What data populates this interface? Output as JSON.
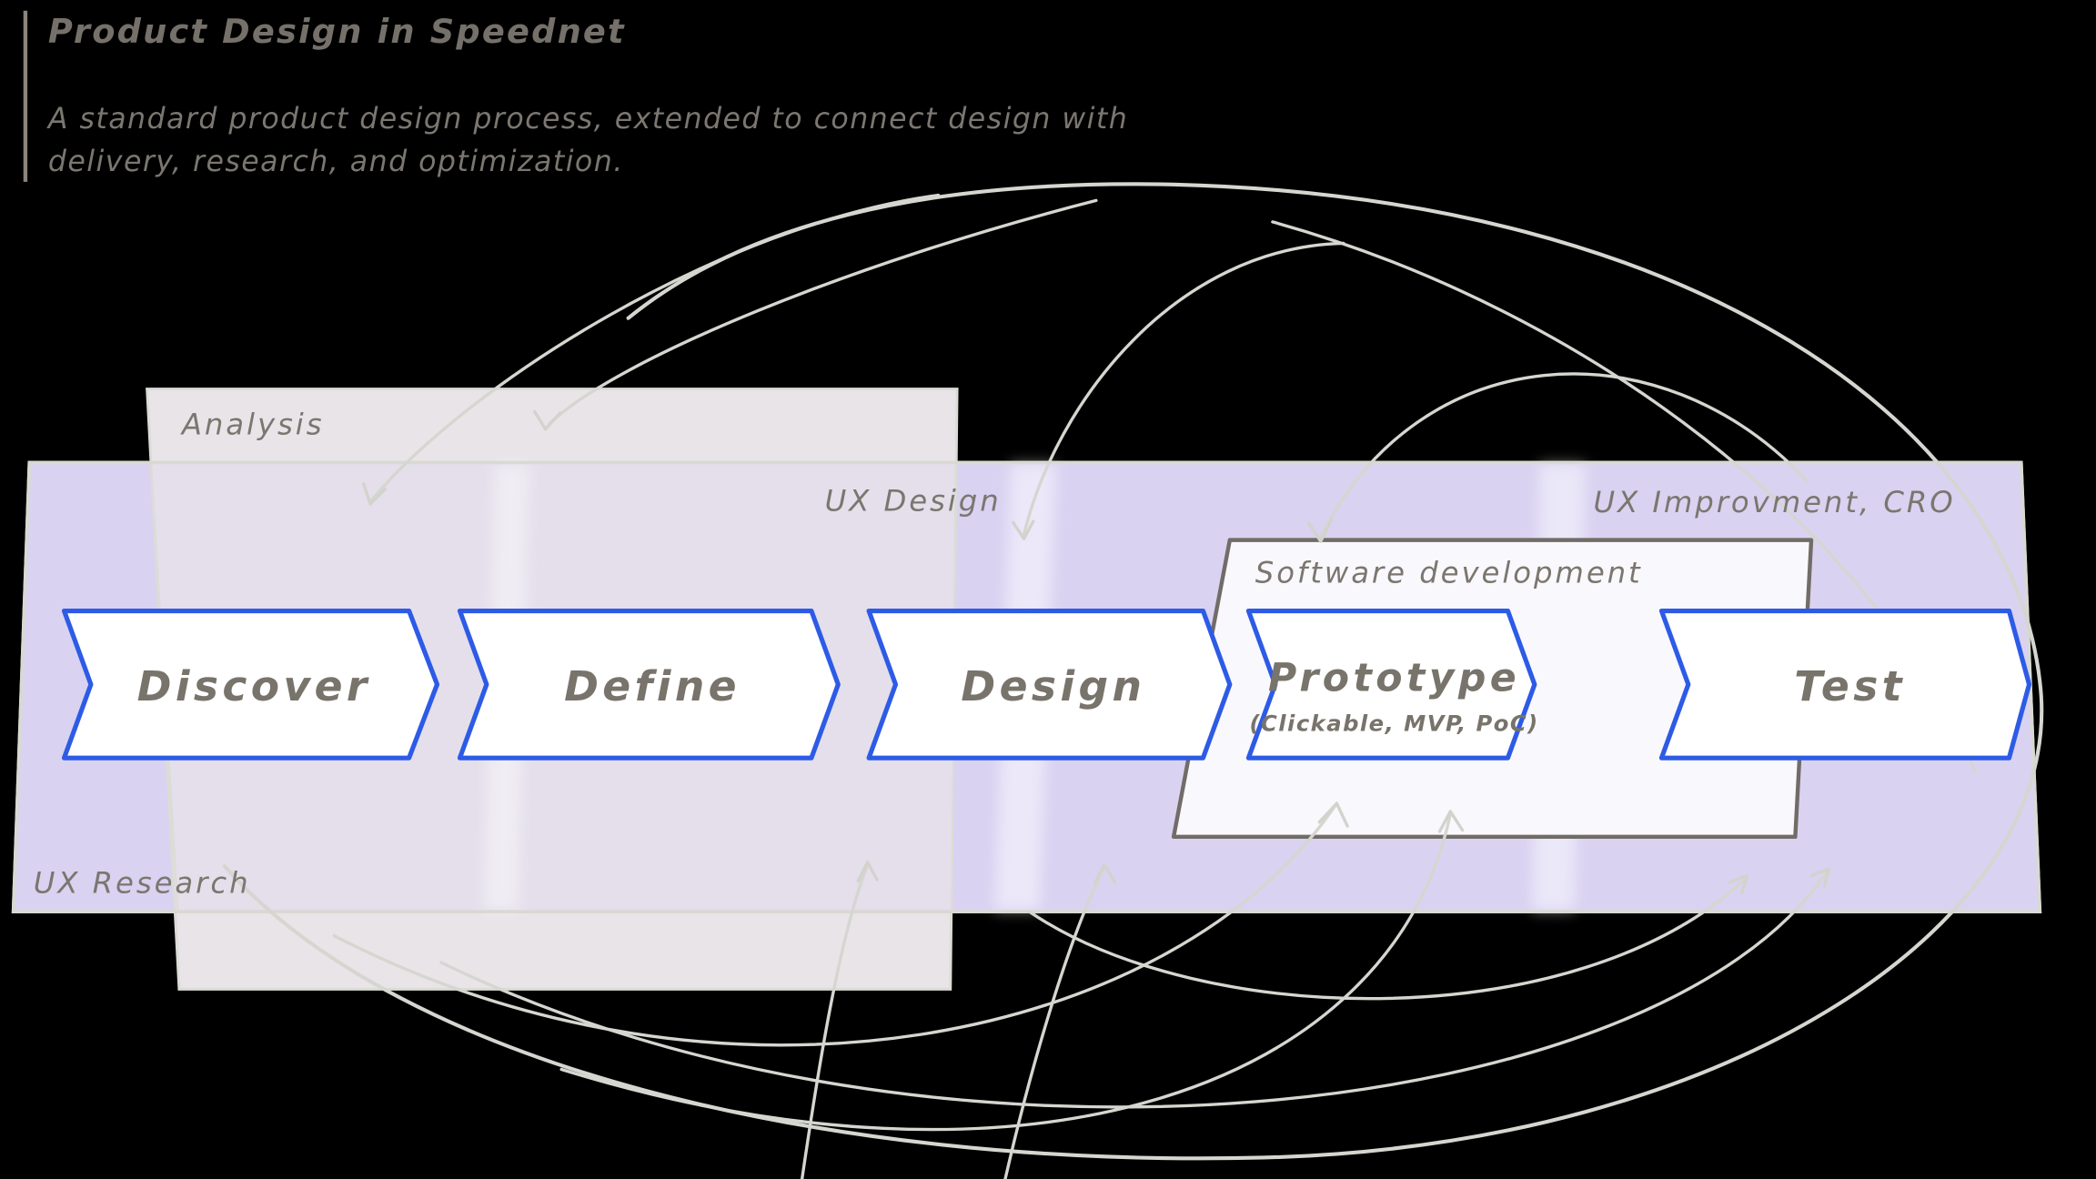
{
  "header": {
    "title": "Product Design in Speednet",
    "subtitle_line1": "A standard product design process, extended to connect design with",
    "subtitle_line2": "delivery, research, and optimization."
  },
  "diagram": {
    "bands": {
      "analysis_label": "Analysis",
      "ux_design_label": "UX Design",
      "ux_improvement_label": "UX Improvment, CRO",
      "software_development_label": "Software development",
      "ux_research_label": "UX Research"
    },
    "stages": [
      {
        "label": "Discover"
      },
      {
        "label": "Define"
      },
      {
        "label": "Design"
      },
      {
        "label": "Prototype",
        "sublabel": "(Clickable, MVP, PoC)"
      },
      {
        "label": "Test"
      }
    ],
    "colors": {
      "background": "#000000",
      "analysis_fill": "#e9e4e8",
      "band_fill": "#d9d2f1",
      "overlap_fill": "#e4dfeb",
      "software_fill": "#f9f8fc",
      "chevron_fill": "#ffffff",
      "chevron_stroke": "#2d5be6",
      "curve_color": "#d6d6d1",
      "text_color": "#7b766f"
    }
  }
}
